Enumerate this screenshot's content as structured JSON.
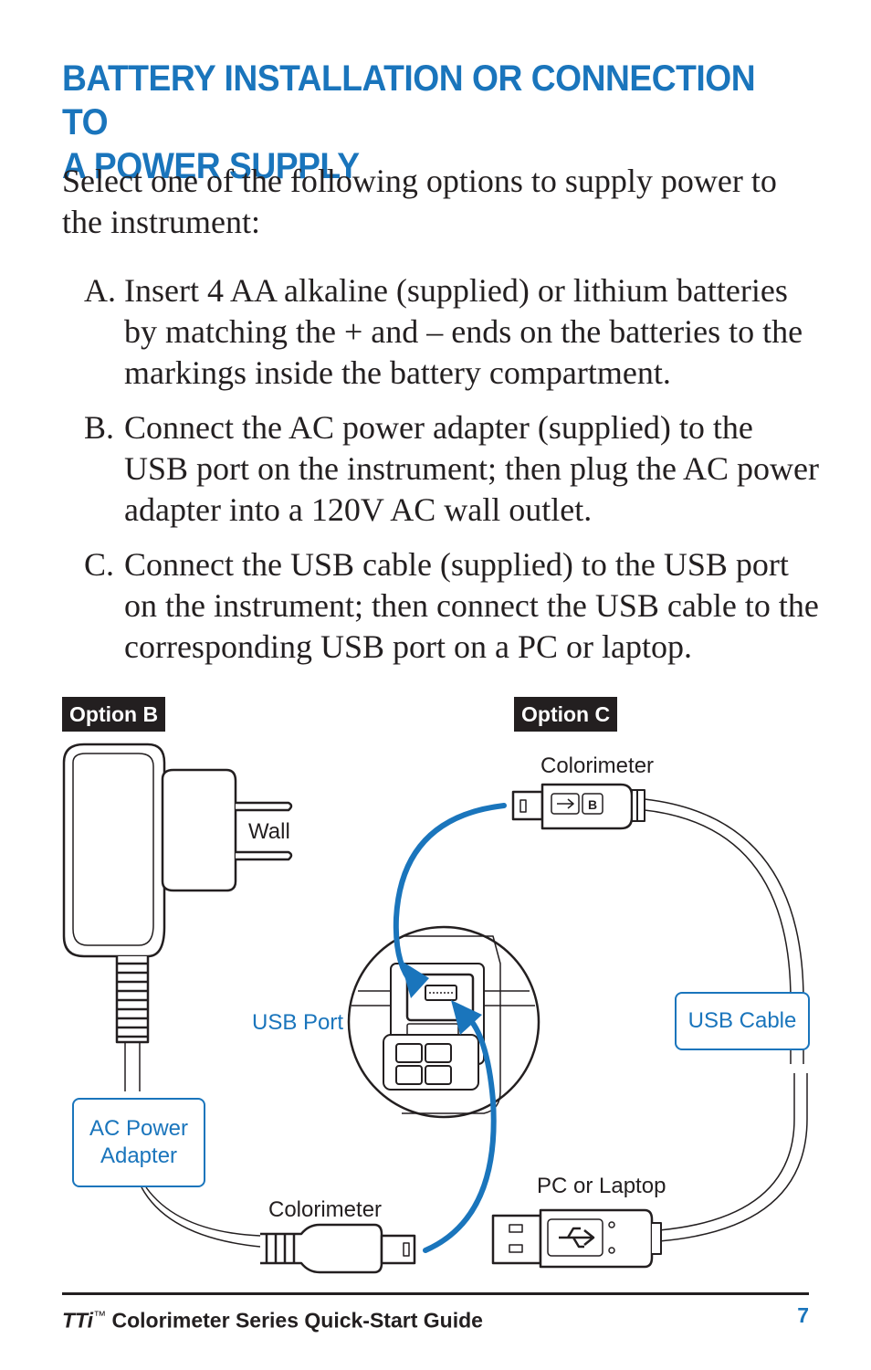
{
  "heading": {
    "line1": "BATTERY INSTALLATION OR CONNECTION TO",
    "line2": "A POWER SUPPLY"
  },
  "intro": "Select one of the following options to supply power to the instrument:",
  "steps": [
    {
      "marker": "A.",
      "text": "Insert 4 AA alkaline (supplied) or lithium batteries by matching the + and – ends on the batteries to the markings inside the battery compartment."
    },
    {
      "marker": "B.",
      "text": "Connect the AC power adapter (supplied) to the USB port on the instrument; then plug the AC power adapter into a 120V AC wall outlet."
    },
    {
      "marker": "C.",
      "text": "Connect the USB cable (supplied) to the USB port on the instrument; then connect the USB cable to the corresponding USB port on a PC or laptop."
    }
  ],
  "figure": {
    "option_b": "Option B",
    "option_c": "Option C",
    "wall": "Wall",
    "colorimeter_top": "Colorimeter",
    "usb_port": "USB Port",
    "usb_cable": "USB Cable",
    "ac_power_adapter_1": "AC Power",
    "ac_power_adapter_2": "Adapter",
    "pc_or_laptop": "PC or Laptop",
    "colorimeter_bottom": "Colorimeter",
    "accent_color": "#1a75bc"
  },
  "footer": {
    "brand": "TTi",
    "trademark": "™",
    "title": " Colorimeter Series Quick-Start Guide",
    "page_number": "7"
  }
}
